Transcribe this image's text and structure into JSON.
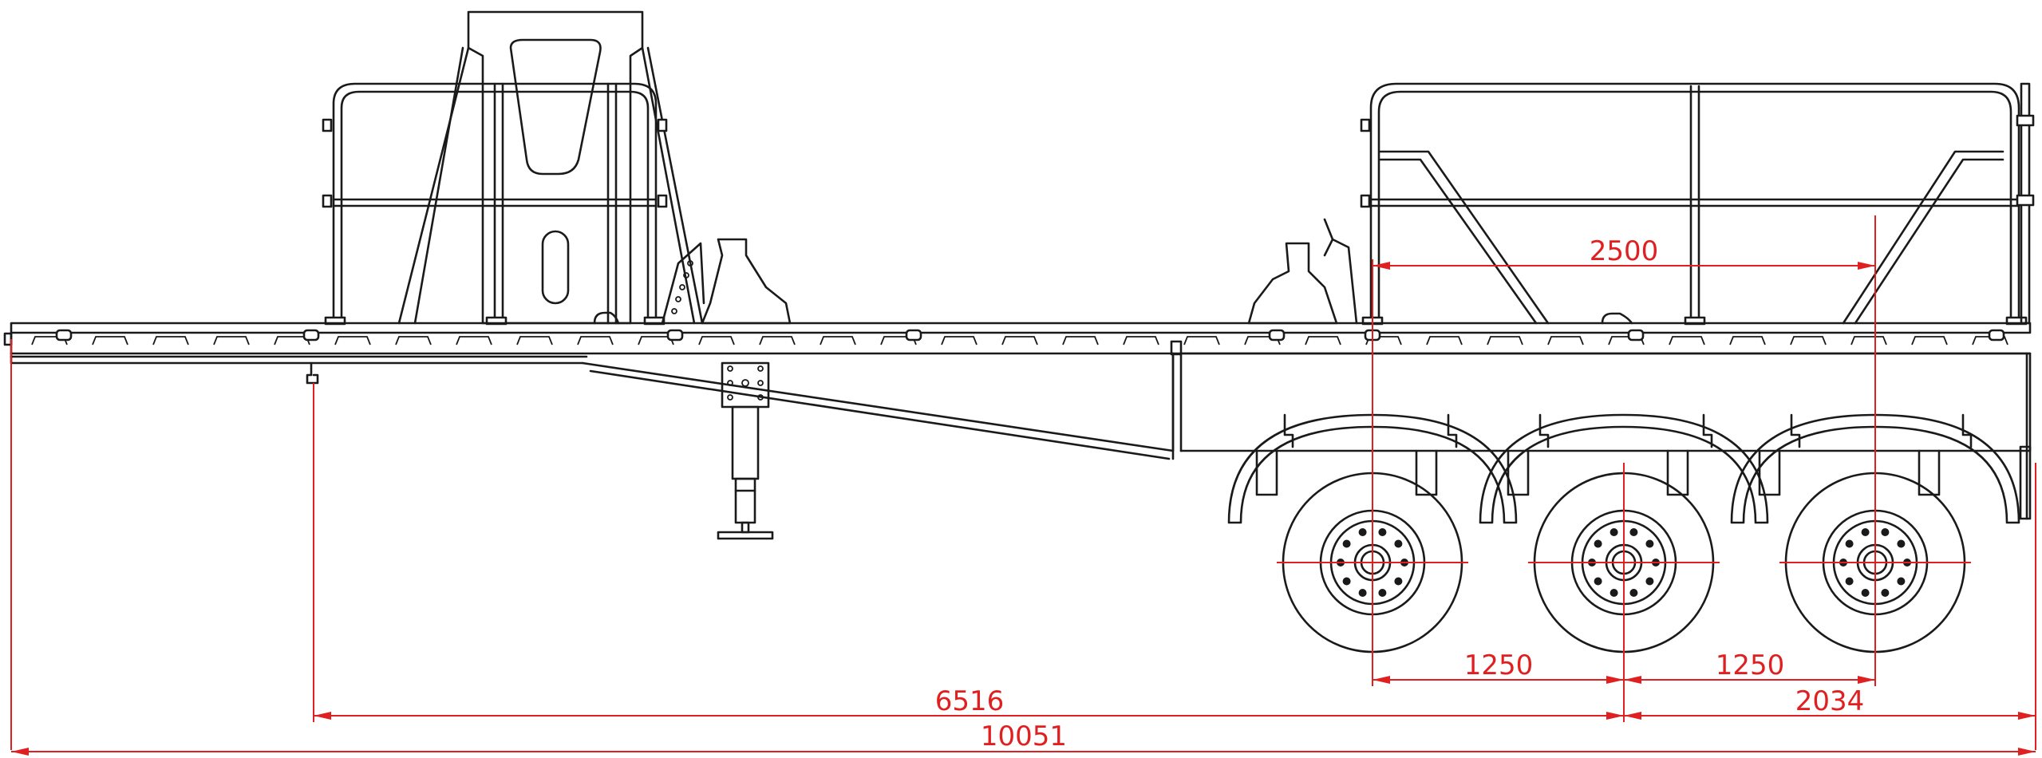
{
  "colors": {
    "line": "#1a1a1a",
    "dimension": "#e02020",
    "background": "#ffffff"
  },
  "dimensions": {
    "axle_spacing_outer": "2500",
    "axle_spacing_1": "1250",
    "axle_spacing_2": "1250",
    "kingpin_to_mid_axle": "6516",
    "rear_overhang": "2034",
    "overall_length": "10051"
  }
}
